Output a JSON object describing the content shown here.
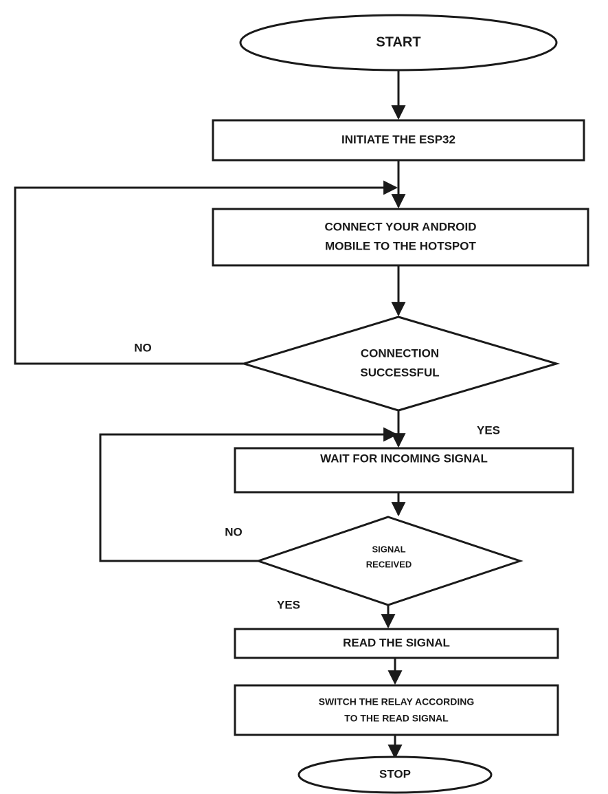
{
  "flowchart": {
    "start": "START",
    "initiate": "INITIATE THE ESP32",
    "connect": [
      "CONNECT YOUR ANDROID",
      "MOBILE TO THE HOTSPOT"
    ],
    "connection_check": [
      "CONNECTION",
      "SUCCESSFUL"
    ],
    "wait": "WAIT FOR INCOMING SIGNAL",
    "signal_check": [
      "SIGNAL",
      "RECEIVED"
    ],
    "read": "READ THE SIGNAL",
    "switch": [
      "SWITCH THE RELAY ACCORDING",
      "TO THE READ SIGNAL"
    ],
    "stop": "STOP",
    "labels": {
      "conn_no": "NO",
      "conn_yes": "YES",
      "signal_no": "NO",
      "signal_yes": "YES"
    }
  },
  "colors": {
    "stroke": "#1a1a1a",
    "background": "#ffffff"
  }
}
